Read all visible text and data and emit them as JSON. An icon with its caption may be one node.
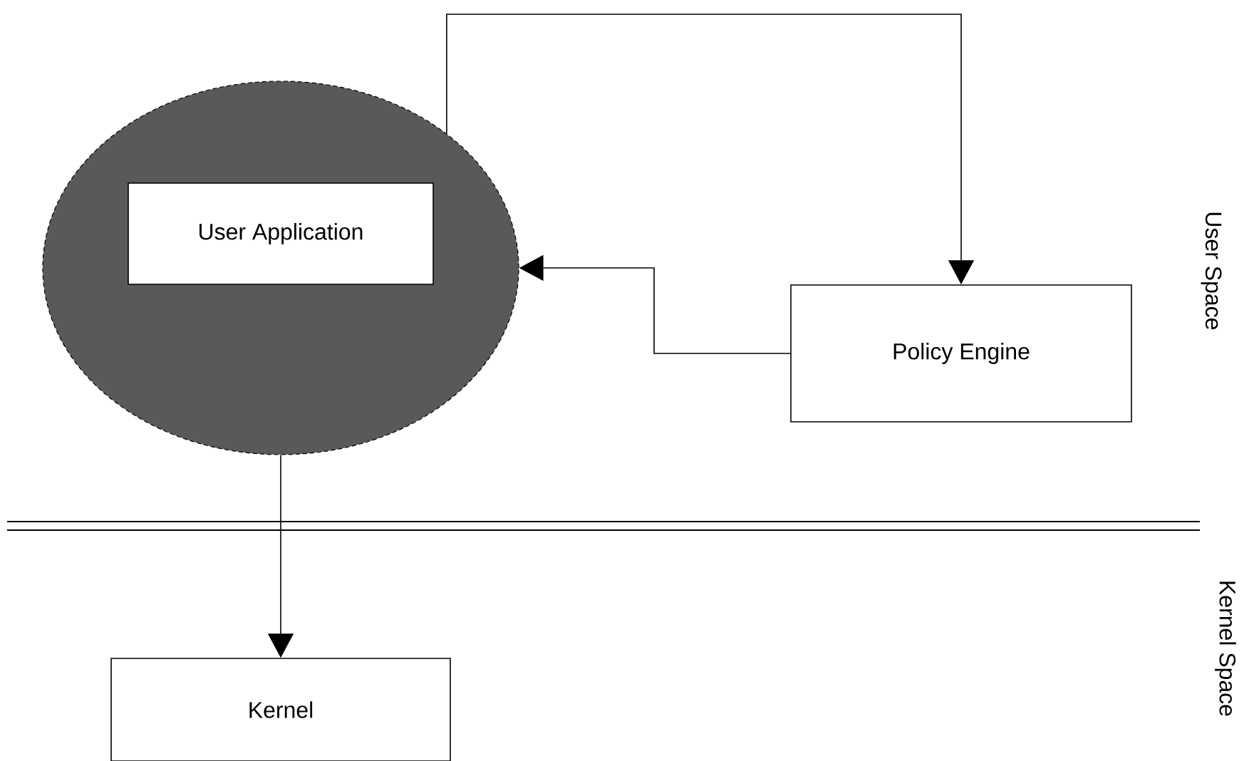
{
  "diagram": {
    "nodes": [
      {
        "text": [],
        "shape": "ellipse"
      },
      {
        "text": [
          "User Application"
        ],
        "in": 0
      },
      {
        "text": [
          "Policy Engine"
        ]
      },
      {
        "text": [
          "Kernel"
        ]
      }
    ],
    "edges": [
      {
        "from": 0,
        "to": 2,
        "arrow": "to"
      },
      {
        "from": 2,
        "to": 0,
        "arrow": "to"
      },
      {
        "from": 0,
        "to": 3,
        "arrow": "to"
      }
    ],
    "labels": [
      "User Space",
      "Kernel Space"
    ]
  }
}
